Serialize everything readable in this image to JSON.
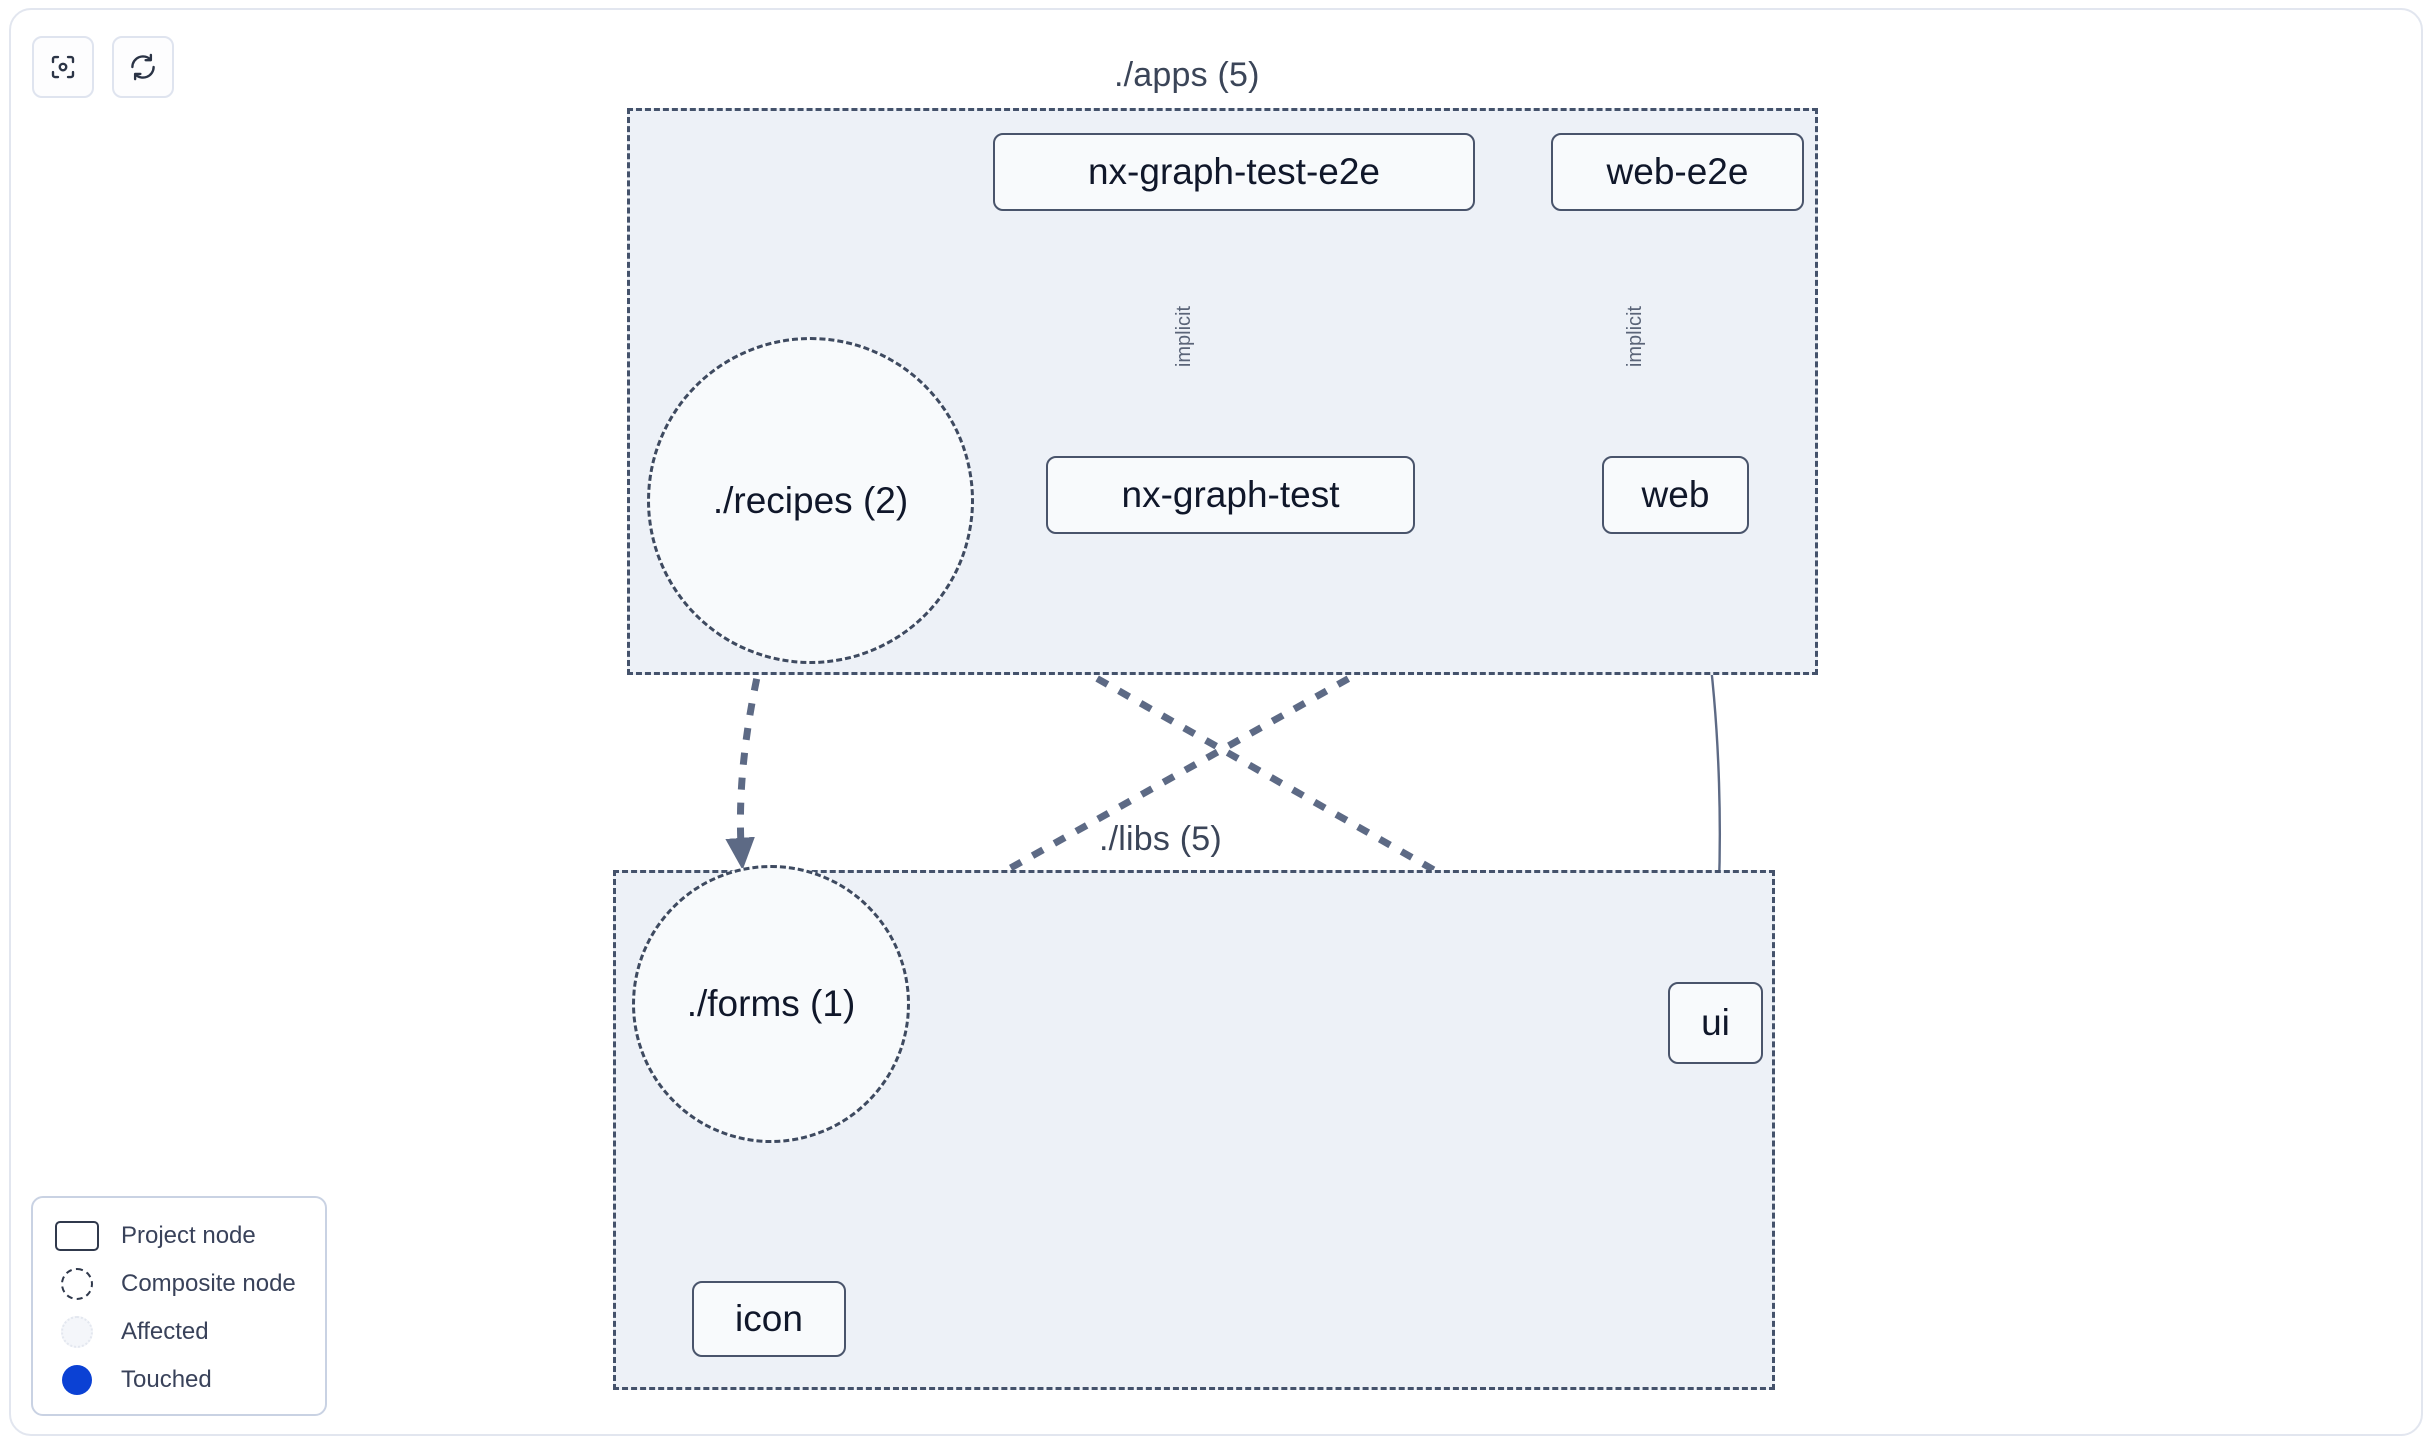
{
  "toolbar": {
    "buttons": [
      {
        "name": "focus-graph",
        "icon": "focus-target-icon",
        "label": ""
      },
      {
        "name": "refresh-graph",
        "icon": "refresh-icon",
        "label": ""
      }
    ]
  },
  "graph": {
    "groups": [
      {
        "id": "apps",
        "label": "./apps (5)"
      },
      {
        "id": "libs",
        "label": "./libs (5)"
      }
    ],
    "nodes": [
      {
        "id": "nx-graph-test-e2e",
        "label": "nx-graph-test-e2e",
        "type": "project",
        "group": "apps"
      },
      {
        "id": "web-e2e",
        "label": "web-e2e",
        "type": "project",
        "group": "apps"
      },
      {
        "id": "recipes",
        "label": "./recipes (2)",
        "type": "composite",
        "group": "apps"
      },
      {
        "id": "nx-graph-test",
        "label": "nx-graph-test",
        "type": "project",
        "group": "apps"
      },
      {
        "id": "web",
        "label": "web",
        "type": "project",
        "group": "apps"
      },
      {
        "id": "forms",
        "label": "./forms (1)",
        "type": "composite",
        "group": "libs"
      },
      {
        "id": "ui",
        "label": "ui",
        "type": "project",
        "group": "libs"
      },
      {
        "id": "icon",
        "label": "icon",
        "type": "project",
        "group": "libs"
      }
    ],
    "edges": [
      {
        "from": "nx-graph-test-e2e",
        "to": "nx-graph-test",
        "label": "implicit",
        "style": "solid"
      },
      {
        "from": "web-e2e",
        "to": "web",
        "label": "implicit",
        "style": "solid"
      },
      {
        "from": "web",
        "to": "ui",
        "label": "",
        "style": "solid"
      },
      {
        "from": "recipes",
        "to": "forms",
        "label": "",
        "style": "dashed"
      },
      {
        "from": "recipes",
        "to": "ui",
        "label": "",
        "style": "dashed"
      },
      {
        "from": "web",
        "to": "forms",
        "label": "",
        "style": "dashed"
      },
      {
        "from": "forms",
        "to": "icon",
        "label": "",
        "style": "dashed"
      }
    ]
  },
  "legend": {
    "items": [
      {
        "swatch": "project-node-swatch",
        "label": "Project node"
      },
      {
        "swatch": "composite-node-swatch",
        "label": "Composite node"
      },
      {
        "swatch": "affected-swatch",
        "label": "Affected"
      },
      {
        "swatch": "touched-swatch",
        "label": "Touched"
      }
    ]
  },
  "colors": {
    "group_fill": "#edf1f7",
    "group_border": "#44526b",
    "node_border": "#49546b",
    "node_fill": "#f8fafc",
    "edge": "#5d6a85",
    "touched": "#0b41d4",
    "text": "#10172a"
  }
}
